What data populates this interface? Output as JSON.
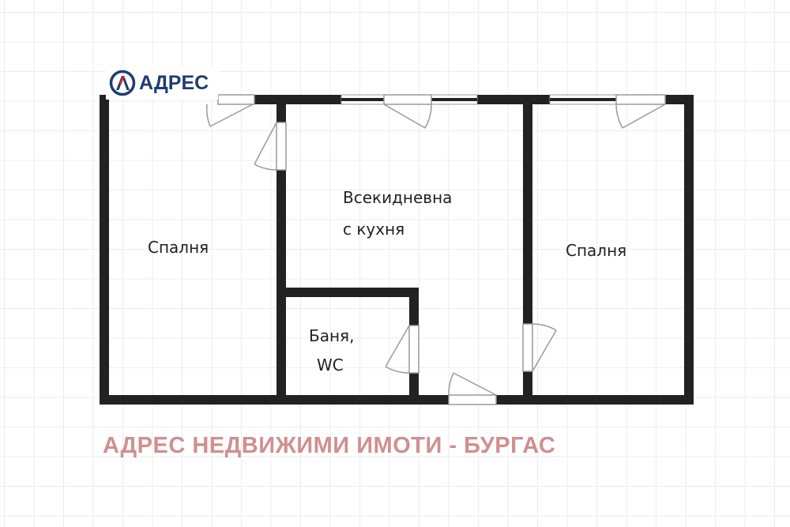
{
  "logo": {
    "text": "АДРЕС",
    "icon": "adres-logo-circle-a-icon",
    "colors": {
      "navy": "#1f3b73",
      "red": "#d8262e"
    }
  },
  "rooms": [
    {
      "id": "bedroom-left",
      "lines": [
        "Спалня"
      ]
    },
    {
      "id": "living-kitchen",
      "lines": [
        "Всекидневна",
        "с кухня"
      ]
    },
    {
      "id": "bedroom-right",
      "lines": [
        "Спалня"
      ]
    },
    {
      "id": "bathroom",
      "lines": [
        "Баня,",
        "WC"
      ]
    }
  ],
  "footer": {
    "title": "АДРЕС НЕДВИЖИМИ ИМОТИ - БУРГАС",
    "color": "#d18f8f"
  },
  "colors": {
    "wall": "#222222",
    "grid": "#ececec",
    "door_line": "#9a9a9a"
  }
}
